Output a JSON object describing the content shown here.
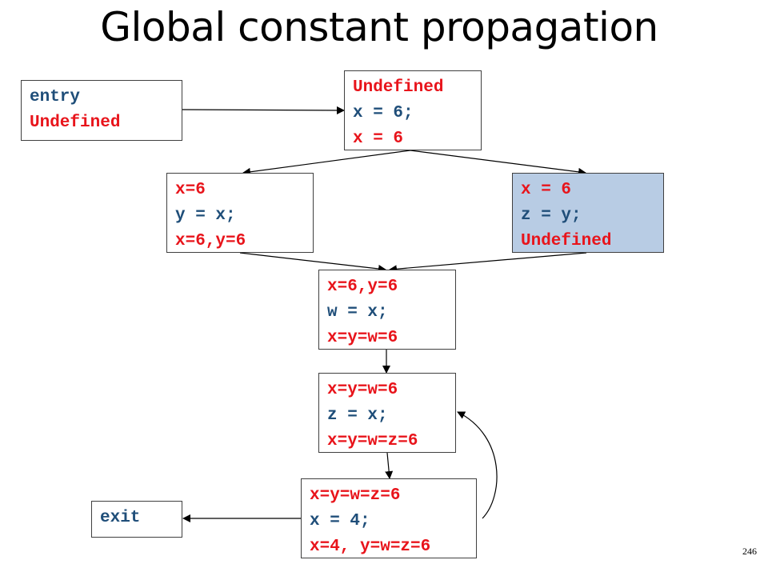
{
  "title": "Global constant propagation",
  "slide_number": "246",
  "blocks": {
    "entry": {
      "lines": [
        {
          "text": "entry",
          "color": "blue"
        },
        {
          "text": "Undefined",
          "color": "red"
        }
      ]
    },
    "b1": {
      "lines": [
        {
          "text": "Undefined",
          "color": "red"
        },
        {
          "text": "x = 6;",
          "color": "blue"
        },
        {
          "text": "x = 6",
          "color": "red"
        }
      ]
    },
    "b2": {
      "lines": [
        {
          "text": "x=6",
          "color": "red"
        },
        {
          "text": "y = x;",
          "color": "blue"
        },
        {
          "text": "x=6,y=6",
          "color": "red"
        }
      ]
    },
    "b3": {
      "highlighted": true,
      "lines": [
        {
          "text": "x = 6",
          "color": "red"
        },
        {
          "text": "z = y;",
          "color": "blue"
        },
        {
          "text": "Undefined",
          "color": "red"
        }
      ]
    },
    "b4": {
      "lines": [
        {
          "text": "x=6,y=6",
          "color": "red"
        },
        {
          "text": "w = x;",
          "color": "blue"
        },
        {
          "text": "x=y=w=6",
          "color": "red"
        }
      ]
    },
    "b5": {
      "lines": [
        {
          "text": "x=y=w=6",
          "color": "red"
        },
        {
          "text": "z = x;",
          "color": "blue"
        },
        {
          "text": "x=y=w=z=6",
          "color": "red"
        }
      ]
    },
    "b6": {
      "lines": [
        {
          "text": "x=y=w=z=6",
          "color": "red"
        },
        {
          "text": "x = 4;",
          "color": "blue"
        },
        {
          "text": "x=4, y=w=z=6",
          "color": "red"
        }
      ]
    },
    "exit": {
      "lines": [
        {
          "text": "exit",
          "color": "blue"
        }
      ]
    }
  },
  "colors": {
    "value_text": "#e8141b",
    "code_text": "#1f4e79",
    "highlight_fill": "#b8cce4",
    "edge": "#000000"
  }
}
